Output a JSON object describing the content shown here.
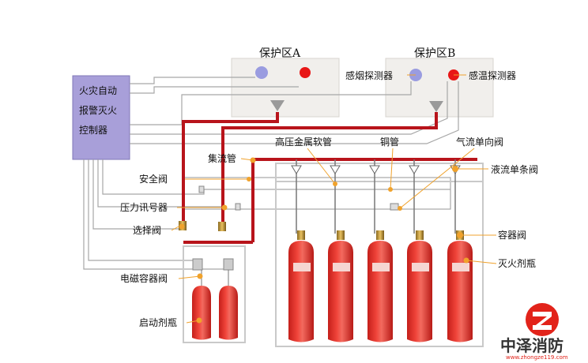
{
  "zones": {
    "a_title": "保护区A",
    "b_title": "保护区B"
  },
  "controller": {
    "line1": "火灾自动",
    "line2": "报警灭火",
    "line3": "控制器"
  },
  "detectors": {
    "smoke": "感烟探测器",
    "heat": "感温探测器"
  },
  "labels": {
    "header_pipe": "集流管",
    "hose": "高压金属软管",
    "copper_pipe": "铜管",
    "gas_check_valve": "气流单向阀",
    "liquid_check_valve": "液流单条阀",
    "safety_valve": "安全阀",
    "pressure_switch": "压力讯号器",
    "selector_valve": "选择阀",
    "container_valve": "容器阀",
    "extinguisher": "灭火剂瓶",
    "solenoid_valve": "电磁容器阀",
    "starter_bottle": "启动剂瓶"
  },
  "brand": {
    "name": "中泽消防",
    "url": "www.zhongze119.com"
  },
  "colors": {
    "pipe_red": "#b8141b",
    "bottle_red": "#e5332d",
    "controller_fill": "#a89fd9",
    "zone_fill": "#f1efec",
    "leader_orange": "#f0a22c",
    "smoke_detector": "#9a9ce0",
    "heat_detector": "#e81616"
  }
}
